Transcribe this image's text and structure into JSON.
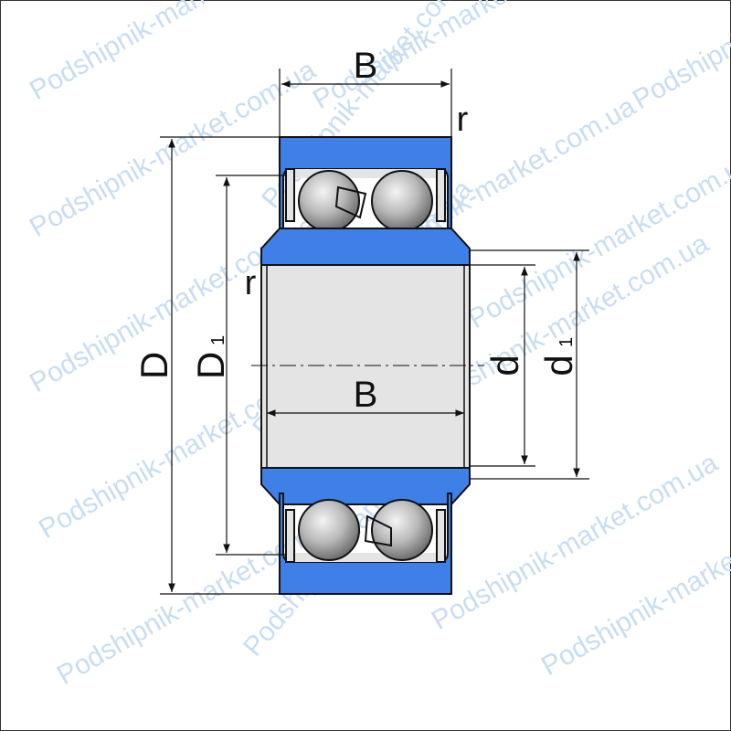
{
  "labels": {
    "width_top": "B",
    "width_inner": "B",
    "fillet_top": "r",
    "fillet_side": "r",
    "outer_diameter": "D",
    "outer_shoulder_diameter_main": "D",
    "outer_shoulder_diameter_sub": "1",
    "bore_diameter": "d",
    "inner_shoulder_diameter_main": "d",
    "inner_shoulder_diameter_sub": "1"
  },
  "watermark": {
    "text": "Podshipnik-market.com.ua"
  },
  "colors": {
    "ring": "#3f7fe8",
    "inner_bore": "#e4e4e4",
    "ball_light": "#f2f2f2",
    "ball_dark": "#7a7a7a",
    "outline": "#111111",
    "watermark": "#c9ddf2"
  }
}
